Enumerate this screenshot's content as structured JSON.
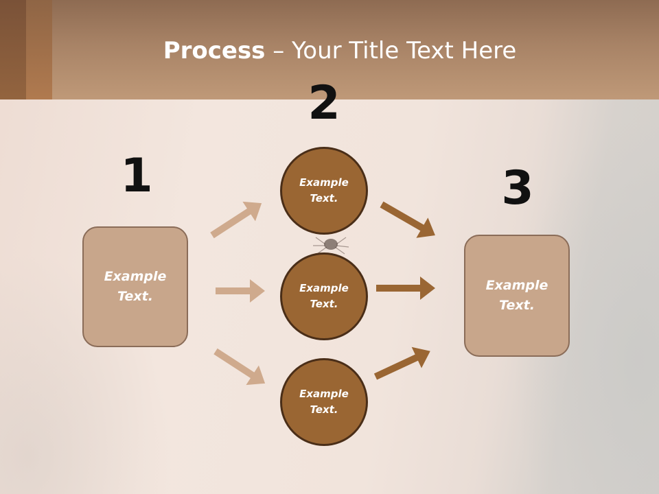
{
  "title": {
    "bold": "Process",
    "rest": " – Your Title Text Here"
  },
  "steps": [
    {
      "number": "1",
      "label": "Example\nText."
    },
    {
      "number": "2",
      "circles": [
        "Example\nText.",
        "Example\nText.",
        "Example\nText."
      ]
    },
    {
      "number": "3",
      "label": "Example\nText."
    }
  ],
  "colors": {
    "box_fill": "#c8a68b",
    "circle_fill": "#9a6633",
    "arrow_light": "#cfaa8d",
    "arrow_dark": "#9a6633"
  }
}
